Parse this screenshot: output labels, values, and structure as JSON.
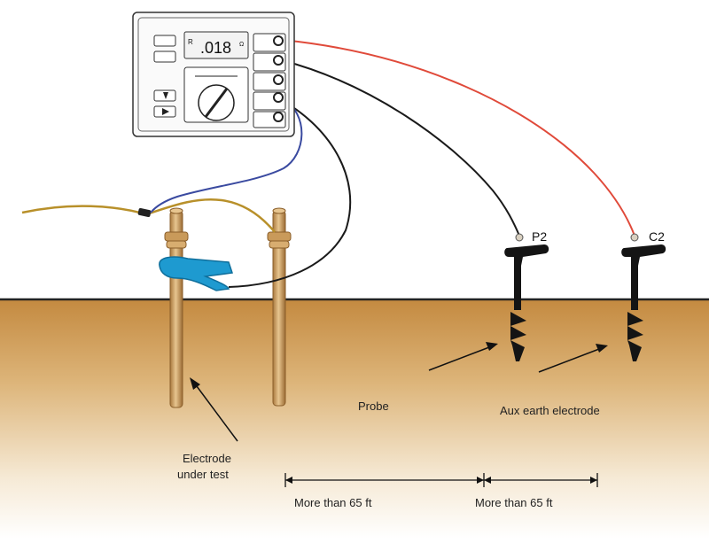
{
  "meter": {
    "display_value": ".018",
    "display_prefix": "R",
    "display_unit": "Ω"
  },
  "labels": {
    "probe_tag": "P2",
    "aux_tag": "C2",
    "probe": "Probe",
    "aux_electrode": "Aux earth electrode",
    "electrode_line1": "Electrode",
    "electrode_line2": "under test",
    "distance_1": "More than 65 ft",
    "distance_2": "More than 65 ft"
  },
  "colors": {
    "soil_top": "#c8914a",
    "soil_bottom": "#ffffff",
    "copper": "#c99a5a",
    "red_lead": "#e04a3a",
    "black_lead": "#1a1a1a",
    "blue_lead": "#3a4aa0",
    "clamp": "#1e9ad0",
    "probe_metal": "#141414"
  }
}
